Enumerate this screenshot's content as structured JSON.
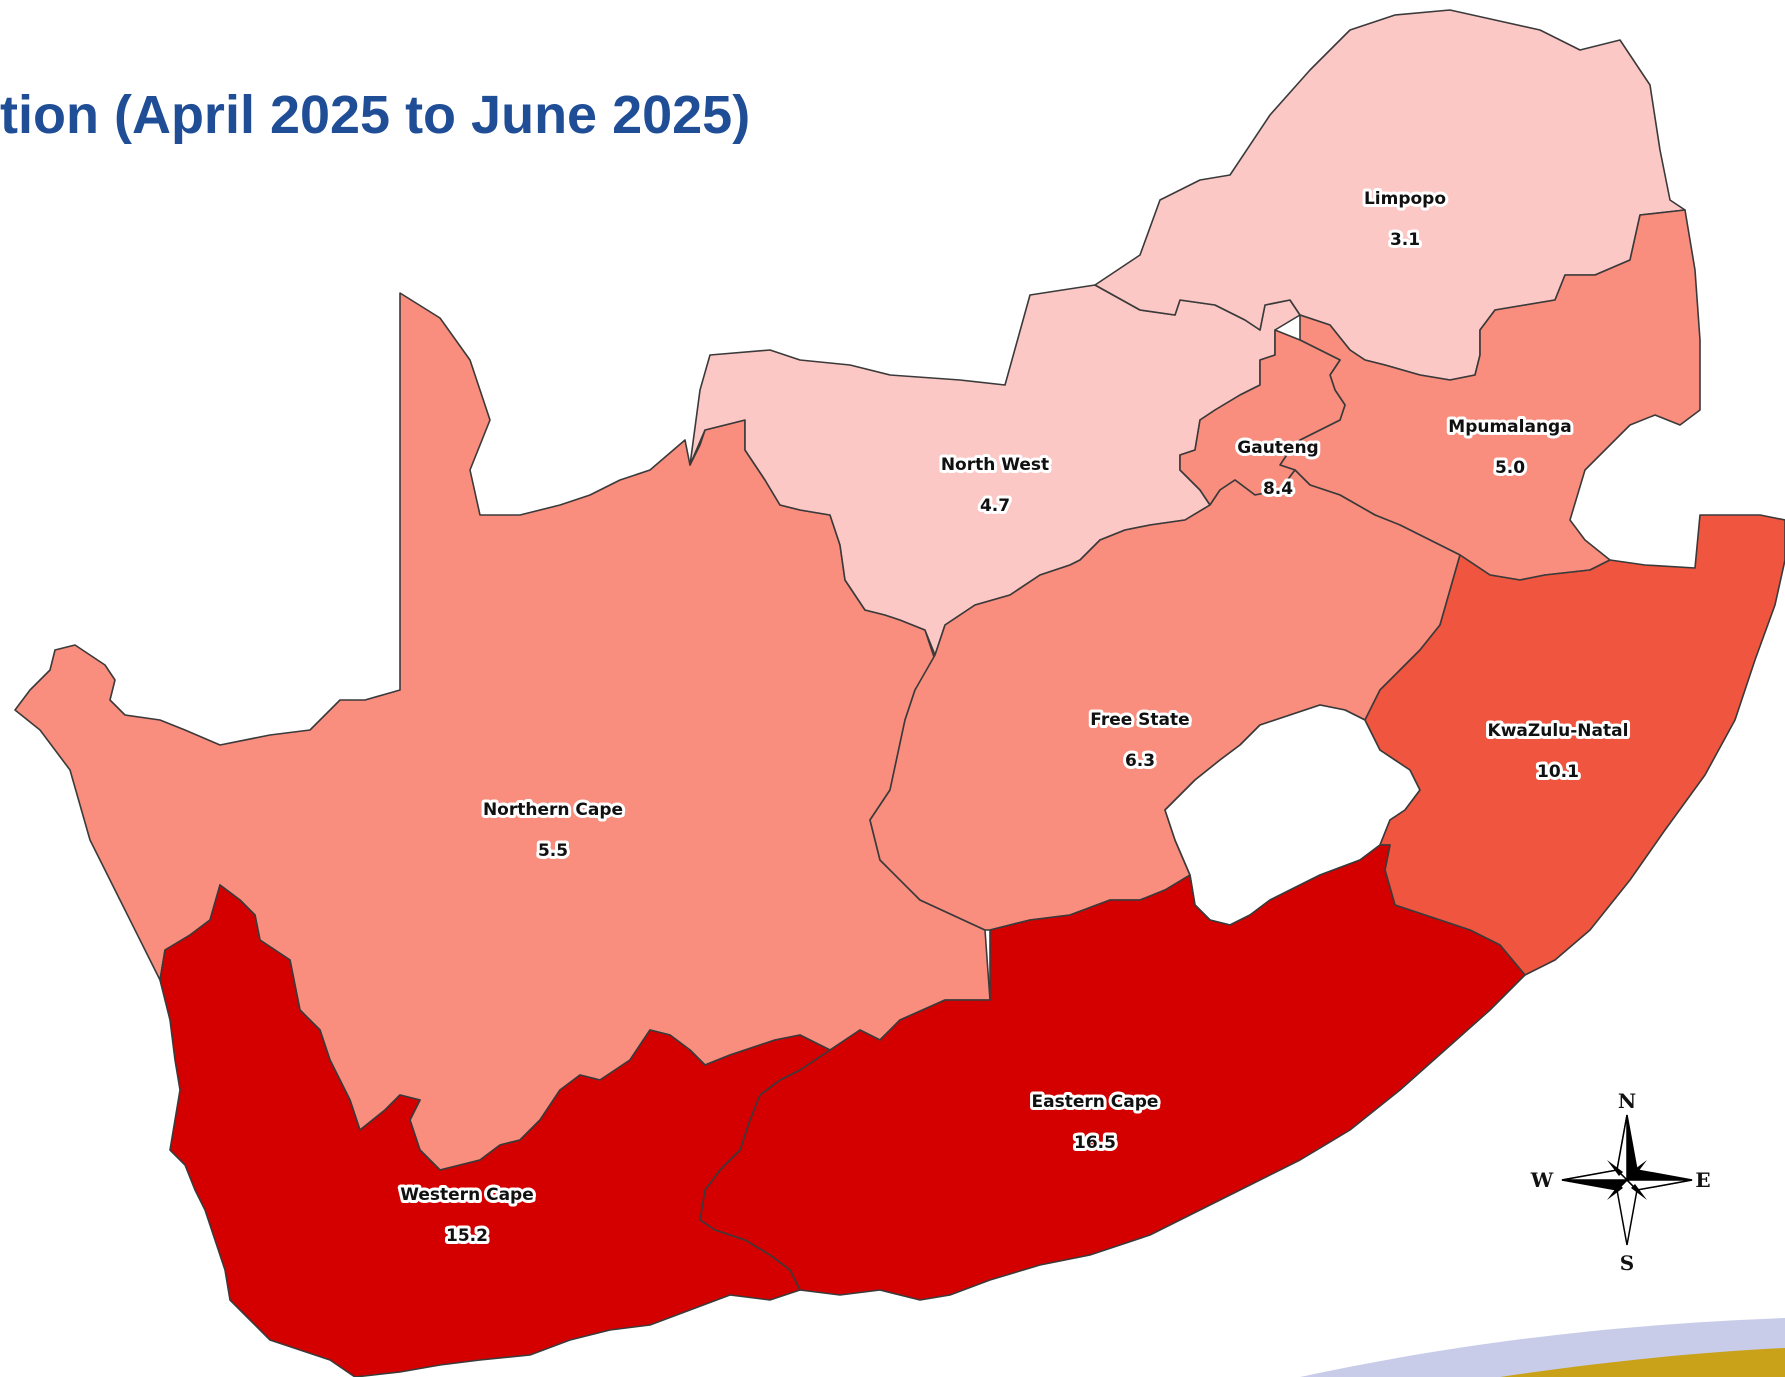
{
  "title": "tion (April 2025 to June 2025)",
  "colors": {
    "title": "#1f4e96",
    "lowest": "#fcc8c6",
    "low": "#f98d7e",
    "mid": "#ef553f",
    "high": "#d40000"
  },
  "provinces": [
    {
      "key": "limpopo",
      "name": "Limpopo",
      "value": "3.1",
      "color": "#fcc8c6"
    },
    {
      "key": "north_west",
      "name": "North West",
      "value": "4.7",
      "color": "#fcc8c6"
    },
    {
      "key": "mpumalanga",
      "name": "Mpumalanga",
      "value": "5.0",
      "color": "#f98d7e"
    },
    {
      "key": "northern_cape",
      "name": "Northern Cape",
      "value": "5.5",
      "color": "#f98d7e"
    },
    {
      "key": "free_state",
      "name": "Free State",
      "value": "6.3",
      "color": "#f98d7e"
    },
    {
      "key": "gauteng",
      "name": "Gauteng",
      "value": "8.4",
      "color": "#f98d7e"
    },
    {
      "key": "kwazulu_natal",
      "name": "KwaZulu-Natal",
      "value": "10.1",
      "color": "#ef553f"
    },
    {
      "key": "western_cape",
      "name": "Western Cape",
      "value": "15.2",
      "color": "#d40000"
    },
    {
      "key": "eastern_cape",
      "name": "Eastern Cape",
      "value": "16.5",
      "color": "#d40000"
    }
  ],
  "compass": {
    "n": "N",
    "e": "E",
    "s": "S",
    "w": "W",
    "icon": "compass-rose-icon"
  }
}
